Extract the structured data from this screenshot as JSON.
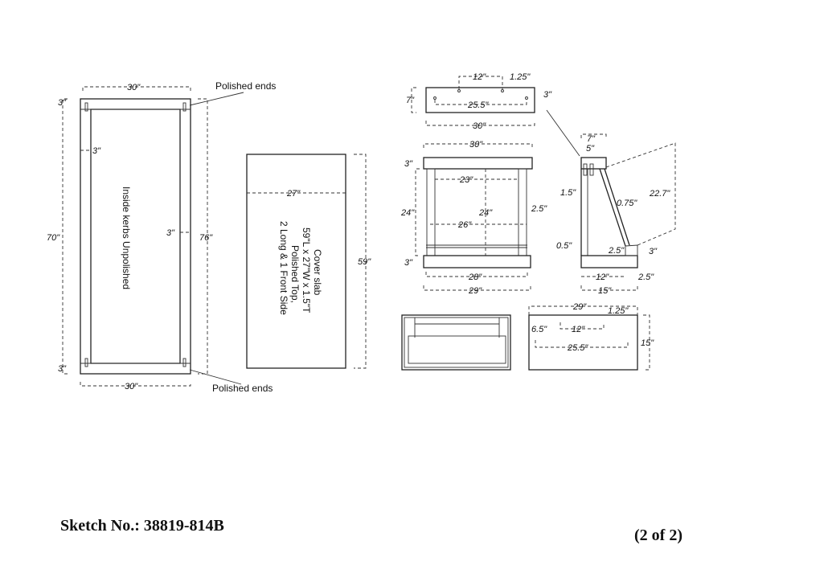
{
  "kerbs": {
    "top_width": "30\"",
    "bottom_width": "30\"",
    "top_end": "3\"",
    "bottom_end": "3\"",
    "length_inner": "70\"",
    "length_outer": "76\"",
    "thickness_left": "3\"",
    "thickness_right": "3\"",
    "polished_top": "Polished ends",
    "polished_bottom": "Polished ends",
    "inside_note": "Inside kerbs Unpolished"
  },
  "cover_slab": {
    "width": "27\"",
    "length": "59\"",
    "lines": [
      "Cover slab",
      "59\"L x 27\"W x 1.5\"T",
      "Polished Top,",
      "2 Long & 1 Front Side"
    ]
  },
  "headstone_top": {
    "spacing": "12\"",
    "edge": "1.25\"",
    "height": "7\"",
    "hole_span": "25.5\"",
    "inset": "3\"",
    "width": "30\""
  },
  "front_view": {
    "width": "30\"",
    "top": "3\"",
    "inner": "23\"",
    "height": "24\"",
    "center": "24\"",
    "post": "2.5\"",
    "mid": "26\"",
    "base": "3\"",
    "base_inner": "28\"",
    "base_outer": "29\""
  },
  "side_view": {
    "top_outer": "7\"",
    "top_inner": "5\"",
    "upright": "1.5\"",
    "brace": "0.75\"",
    "diag": "22.7\"",
    "gap": "0.5\"",
    "small": "2.5\"",
    "base_h": "3\"",
    "base_inner": "12\"",
    "base_offset": "2.5\"",
    "base_total": "15\""
  },
  "base_plan": {
    "width": "29\"",
    "edge": "1.25\"",
    "offset": "6.5\"",
    "spacing": "12\"",
    "hole_span": "25.5\"",
    "depth": "15\""
  },
  "footer": {
    "sketch": "Sketch No.: 38819-814B",
    "page": "(2 of 2)"
  }
}
